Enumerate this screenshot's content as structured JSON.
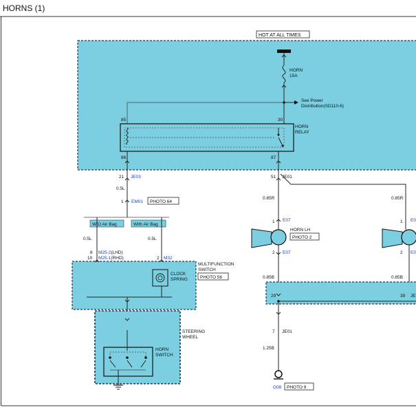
{
  "diagram": {
    "title": "HORNS (1)",
    "power": {
      "label": "HOT AT ALL TIMES",
      "fuse_name": "HORN",
      "fuse_rating": "15A",
      "see_text": "See Power",
      "see_text2": "Distribution(SD110-6)"
    },
    "relay": {
      "name": "HORN",
      "name2": "RELAY",
      "pin_top_left": "85",
      "pin_top_right": "30",
      "pin_bot_left": "86",
      "pin_bot_right": "87"
    },
    "left_branch": {
      "pin_a": "21",
      "conn_a": "JE03",
      "wire_a": "0.5L",
      "pin_b": "1",
      "conn_b": "EM01",
      "photo_b": "PHOTO 64",
      "option_wo": "W/O Air Bag",
      "option_with": "With Air Bag",
      "wire_wo": "0.5L",
      "wire_with": "0.5L",
      "pin_lhd": "8",
      "pin_rhd": "10",
      "conn_lhd": "M25-2",
      "conn_lhd_suffix": "(LHD)",
      "conn_rhd": "M25-1",
      "conn_rhd_suffix": "(RHD)",
      "pin_m32": "2",
      "conn_m32": "M32"
    },
    "multifunction": {
      "name": "MULTIFUNCTION",
      "name2": "SWITCH",
      "photo": "PHOTO 56",
      "clock": "CLOCK",
      "clock2": "SPRING"
    },
    "steering": {
      "name": "STEERING",
      "name2": "WHEEL",
      "switch": "HORN",
      "switch2": "SWITCH"
    },
    "right_branch": {
      "pin_51": "51",
      "conn_je01_top": "JE01",
      "wire_top": "0.85R",
      "wire_top_right": "0.85R",
      "pin_1": "1",
      "conn_e07_top": "E07",
      "conn_e0_right_top": "E0",
      "horn_name": "HORN LH",
      "horn_photo": "PHOTO 2",
      "pin_2": "2",
      "conn_e07_bot": "E07",
      "conn_e0_right_bot": "E0",
      "pin_1_right": "1",
      "pin_2_right": "2",
      "wire_mid": "0.85B",
      "wire_mid_right": "0.85B",
      "pin_29": "29",
      "pin_39": "39",
      "conn_je_right": "JE",
      "pin_7": "7",
      "conn_je01_bot": "JE01",
      "wire_ground": "1.25B",
      "ground_id": "G08",
      "ground_photo": "PHOTO 9"
    }
  }
}
